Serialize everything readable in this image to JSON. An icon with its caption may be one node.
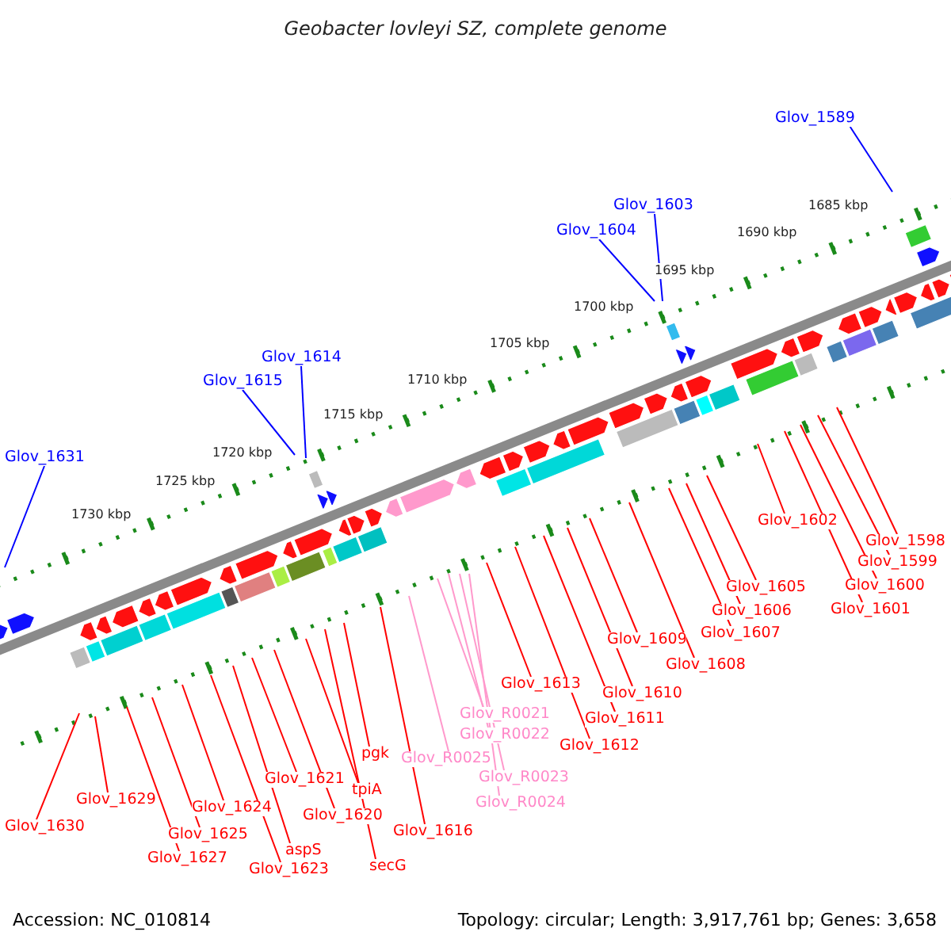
{
  "diagram": {
    "title": "Geobacter lovleyi SZ, complete genome",
    "nodes": [
      {
        "text": [
          "Glov_1589"
        ]
      },
      {
        "text": [
          "Glov_1603"
        ]
      },
      {
        "text": [
          "Glov_1604"
        ]
      },
      {
        "text": [
          "Glov_1614"
        ]
      },
      {
        "text": [
          "Glov_1615"
        ]
      },
      {
        "text": [
          "Glov_1631"
        ]
      },
      {
        "text": [
          "Glov_1602"
        ]
      },
      {
        "text": [
          "Glov_1598"
        ]
      },
      {
        "text": [
          "Glov_1599"
        ]
      },
      {
        "text": [
          "Glov_1600"
        ]
      },
      {
        "text": [
          "Glov_1605"
        ]
      },
      {
        "text": [
          "Glov_1601"
        ]
      },
      {
        "text": [
          "Glov_1606"
        ]
      },
      {
        "text": [
          "Glov_1607"
        ]
      },
      {
        "text": [
          "Glov_1609"
        ]
      },
      {
        "text": [
          "Glov_1608"
        ]
      },
      {
        "text": [
          "Glov_1613"
        ]
      },
      {
        "text": [
          "Glov_1610"
        ]
      },
      {
        "text": [
          "Glov_R0021"
        ]
      },
      {
        "text": [
          "Glov_1611"
        ]
      },
      {
        "text": [
          "Glov_R0022"
        ]
      },
      {
        "text": [
          "Glov_1612"
        ]
      },
      {
        "text": [
          "pgk"
        ]
      },
      {
        "text": [
          "Glov_R0025"
        ]
      },
      {
        "text": [
          "Glov_1621"
        ]
      },
      {
        "text": [
          "Glov_R0023"
        ]
      },
      {
        "text": [
          "tpiA"
        ]
      },
      {
        "text": [
          "Glov_1629"
        ]
      },
      {
        "text": [
          "Glov_R0024"
        ]
      },
      {
        "text": [
          "Glov_1624"
        ]
      },
      {
        "text": [
          "Glov_1620"
        ]
      },
      {
        "text": [
          "Glov_1630"
        ]
      },
      {
        "text": [
          "Glov_1616"
        ]
      },
      {
        "text": [
          "Glov_1625"
        ]
      },
      {
        "text": [
          "aspS"
        ]
      },
      {
        "text": [
          "Glov_1627"
        ]
      },
      {
        "text": [
          "secG"
        ]
      },
      {
        "text": [
          "Glov_1623"
        ]
      }
    ],
    "edges": [
      {
        "from": 0,
        "to": null,
        "arrow": "none",
        "color": "#0000ff"
      },
      {
        "from": 1,
        "to": null,
        "arrow": "none",
        "color": "#0000ff"
      },
      {
        "from": 2,
        "to": null,
        "arrow": "none",
        "color": "#0000ff"
      },
      {
        "from": 3,
        "to": null,
        "arrow": "none",
        "color": "#0000ff"
      },
      {
        "from": 4,
        "to": null,
        "arrow": "none",
        "color": "#0000ff"
      },
      {
        "from": 5,
        "to": null,
        "arrow": "none",
        "color": "#0000ff"
      },
      {
        "from": 6,
        "to": null,
        "arrow": "none"
      },
      {
        "from": 7,
        "to": null,
        "arrow": "none"
      },
      {
        "from": 8,
        "to": null,
        "arrow": "none"
      },
      {
        "from": 9,
        "to": null,
        "arrow": "none"
      },
      {
        "from": 10,
        "to": null,
        "arrow": "none"
      },
      {
        "from": 11,
        "to": null,
        "arrow": "none"
      },
      {
        "from": 12,
        "to": null,
        "arrow": "none"
      },
      {
        "from": 13,
        "to": null,
        "arrow": "none"
      },
      {
        "from": 14,
        "to": null,
        "arrow": "none"
      },
      {
        "from": 15,
        "to": null,
        "arrow": "none"
      },
      {
        "from": 16,
        "to": null,
        "arrow": "none"
      },
      {
        "from": 17,
        "to": null,
        "arrow": "none"
      },
      {
        "from": 18,
        "to": null,
        "arrow": "none",
        "color": "#ff99cc"
      },
      {
        "from": 19,
        "to": null,
        "arrow": "none"
      },
      {
        "from": 20,
        "to": null,
        "arrow": "none",
        "color": "#ff99cc"
      },
      {
        "from": 21,
        "to": null,
        "arrow": "none"
      },
      {
        "from": 22,
        "to": null,
        "arrow": "none"
      },
      {
        "from": 23,
        "to": null,
        "arrow": "none",
        "color": "#ff99cc"
      },
      {
        "from": 24,
        "to": null,
        "arrow": "none"
      },
      {
        "from": 25,
        "to": null,
        "arrow": "none",
        "color": "#ff99cc"
      },
      {
        "from": 26,
        "to": null,
        "arrow": "none"
      },
      {
        "from": 27,
        "to": null,
        "arrow": "none"
      },
      {
        "from": 28,
        "to": null,
        "arrow": "none",
        "color": "#ff99cc"
      },
      {
        "from": 29,
        "to": null,
        "arrow": "none"
      },
      {
        "from": 30,
        "to": null,
        "arrow": "none"
      },
      {
        "from": 31,
        "to": null,
        "arrow": "none"
      },
      {
        "from": 32,
        "to": null,
        "arrow": "none"
      },
      {
        "from": 33,
        "to": null,
        "arrow": "none"
      },
      {
        "from": 34,
        "to": null,
        "arrow": "none"
      },
      {
        "from": 35,
        "to": null,
        "arrow": "none"
      },
      {
        "from": 36,
        "to": null,
        "arrow": "none"
      },
      {
        "from": 37,
        "to": null,
        "arrow": "none"
      }
    ],
    "labels": [
      "1685 kbp",
      "1690 kbp",
      "1695 kbp",
      "1700 kbp",
      "1705 kbp",
      "1710 kbp",
      "1715 kbp",
      "1720 kbp",
      "1725 kbp",
      "1730 kbp",
      "Accession: NC_010814",
      "Topology: circular; Length: 3,917,761 bp; Genes: 3,658"
    ]
  }
}
